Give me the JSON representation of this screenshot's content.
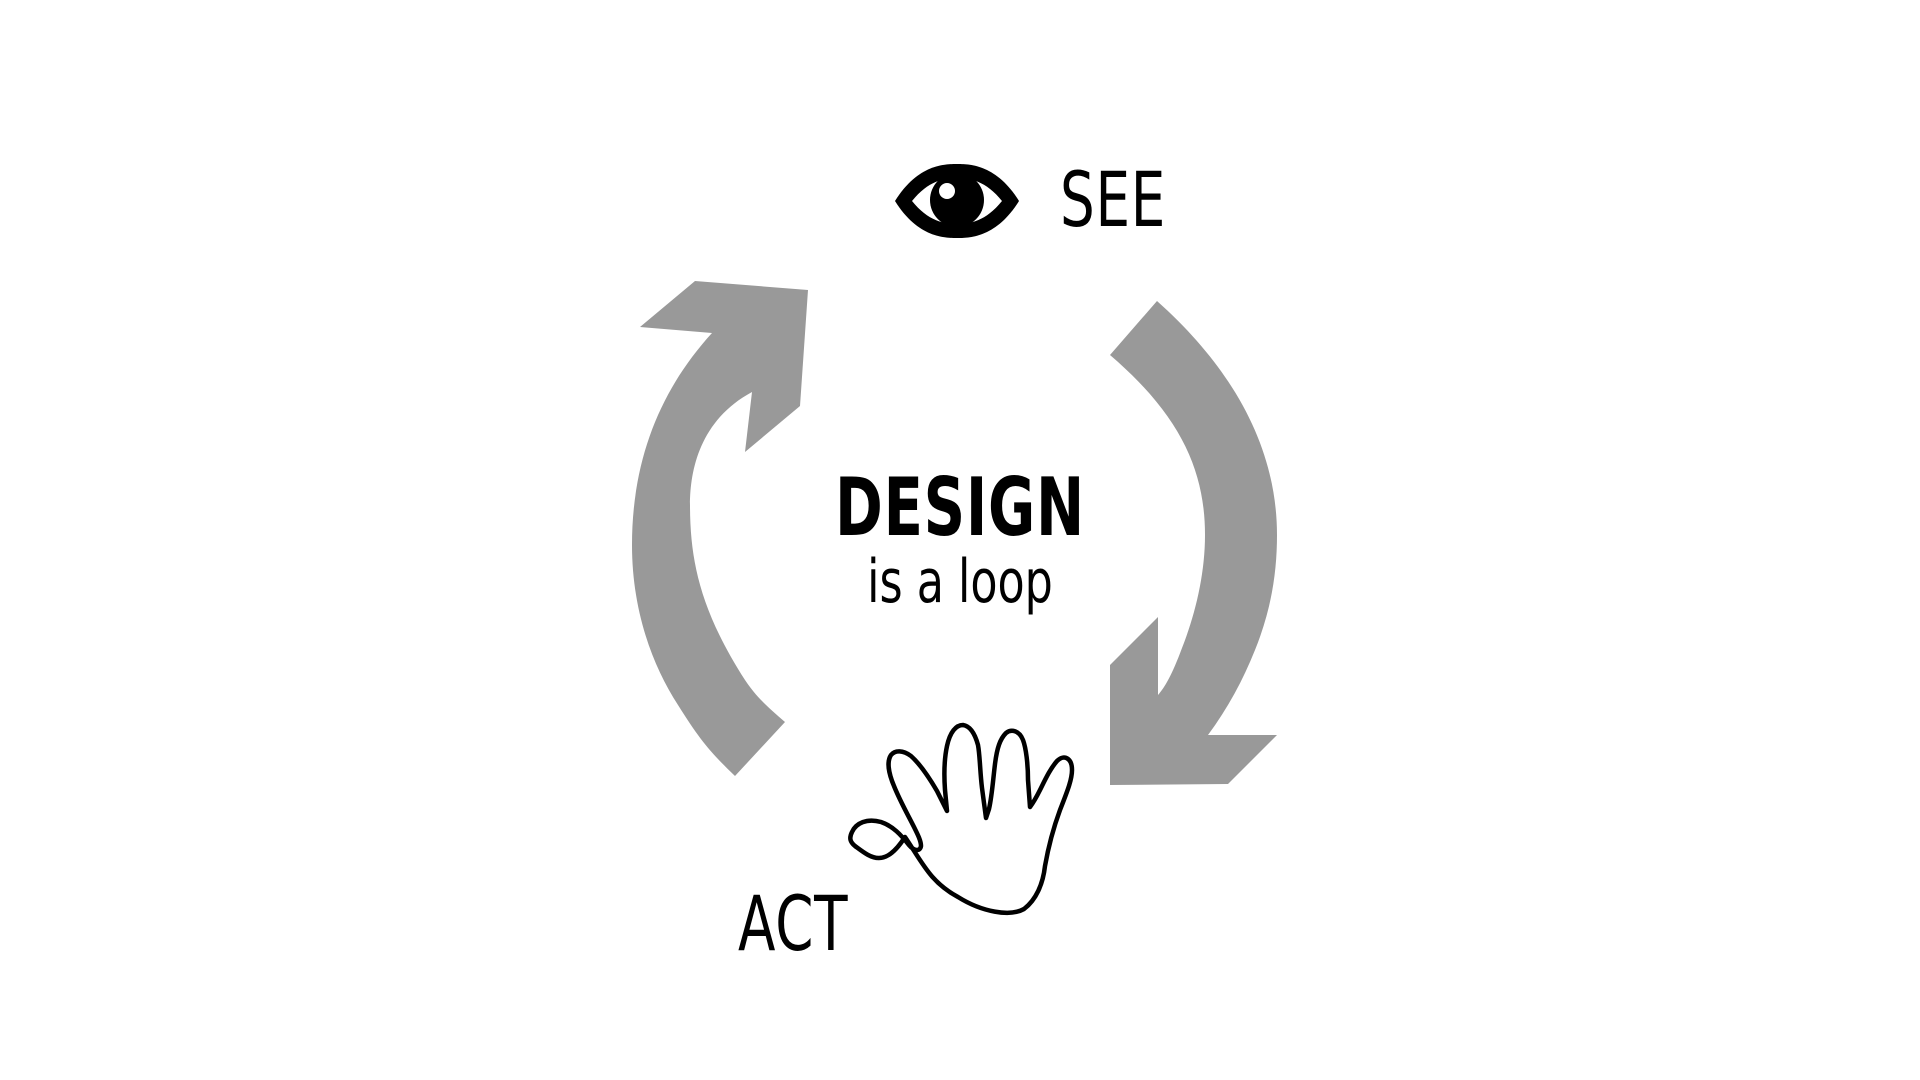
{
  "diagram": {
    "title": "DESIGN",
    "subtitle": "is a loop",
    "nodes": [
      {
        "label": "SEE",
        "icon": "eye-icon"
      },
      {
        "label": "ACT",
        "icon": "hand-icon"
      }
    ],
    "arrow_color": "#999999",
    "icon_color": "#000000"
  }
}
